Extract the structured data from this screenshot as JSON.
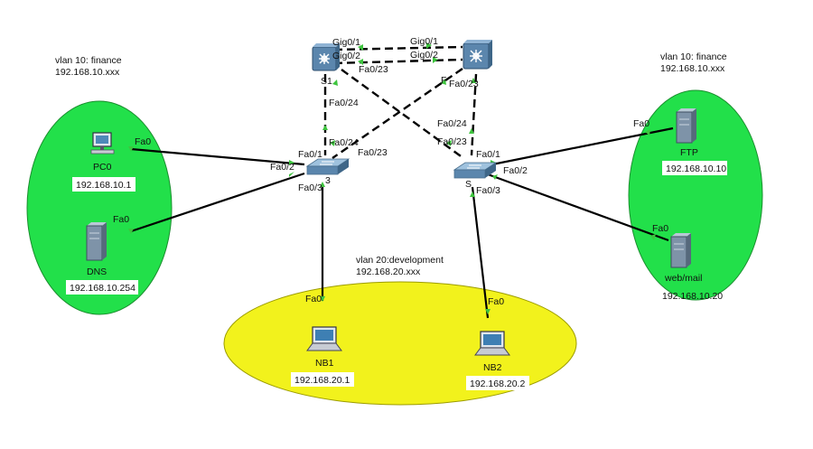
{
  "zones": {
    "left_vlan": "vlan 10: finance",
    "left_subnet": "192.168.10.xxx",
    "right_vlan": "vlan 10: finance",
    "right_subnet": "192.168.10.xxx",
    "dev_vlan": "vlan 20:development",
    "dev_subnet": "192.168.20.xxx"
  },
  "colors": {
    "finance_zone": "#22e04a",
    "development_zone": "#f2f21c",
    "link": "#000000",
    "port_up": "#3ec43e"
  },
  "devices": {
    "pc0": {
      "name": "PC0",
      "ip": "192.168.10.1",
      "icon": "pc-icon"
    },
    "dns": {
      "name": "DNS",
      "ip": "192.168.10.254",
      "icon": "server-icon"
    },
    "ftp": {
      "name": "FTP",
      "ip": "192.168.10.10",
      "icon": "server-icon"
    },
    "web": {
      "name": "web/mail",
      "ip": "192.168.10.20",
      "icon": "server-icon"
    },
    "nb1": {
      "name": "NB1",
      "ip": "192.168.20.1",
      "icon": "laptop-icon"
    },
    "nb2": {
      "name": "NB2",
      "ip": "192.168.20.2",
      "icon": "laptop-icon"
    },
    "s1": {
      "name": "S1",
      "icon": "multilayer-switch-icon"
    },
    "s2": {
      "icon": "multilayer-switch-icon"
    },
    "s3": {
      "name": "3",
      "icon": "switch-icon"
    },
    "s4": {
      "name": "S",
      "icon": "switch-icon"
    }
  },
  "ports": {
    "pc0_fa0": "Fa0",
    "dns_fa0": "Fa0",
    "ftp_fa0": "Fa0",
    "web_fa0": "Fa0",
    "nb1_fa0": "Fa0",
    "nb2_fa0": "Fa0",
    "s1_gig01": "Gig0/1",
    "s1_gig02": "Gig0/2",
    "s1_fa023": "Fa0/23",
    "s1_fa024": "Fa0/24",
    "s2_gig01": "Gig0/1",
    "s2_gig02": "Gig0/2",
    "s2_f": "F",
    "s2_fa023": "Fa0/23",
    "s3_fa01": "Fa0/1",
    "s3_fa02": "Fa0/2",
    "s3_fa03": "Fa0/3",
    "s3_fa024": "Fa0/24",
    "s3_fa023": "Fa0/23",
    "s4_fa024": "Fa0/24",
    "s4_fa023": "Fa0/23",
    "s4_fa01": "Fa0/1",
    "s4_fa02": "Fa0/2",
    "s4_fa03": "Fa0/3"
  }
}
